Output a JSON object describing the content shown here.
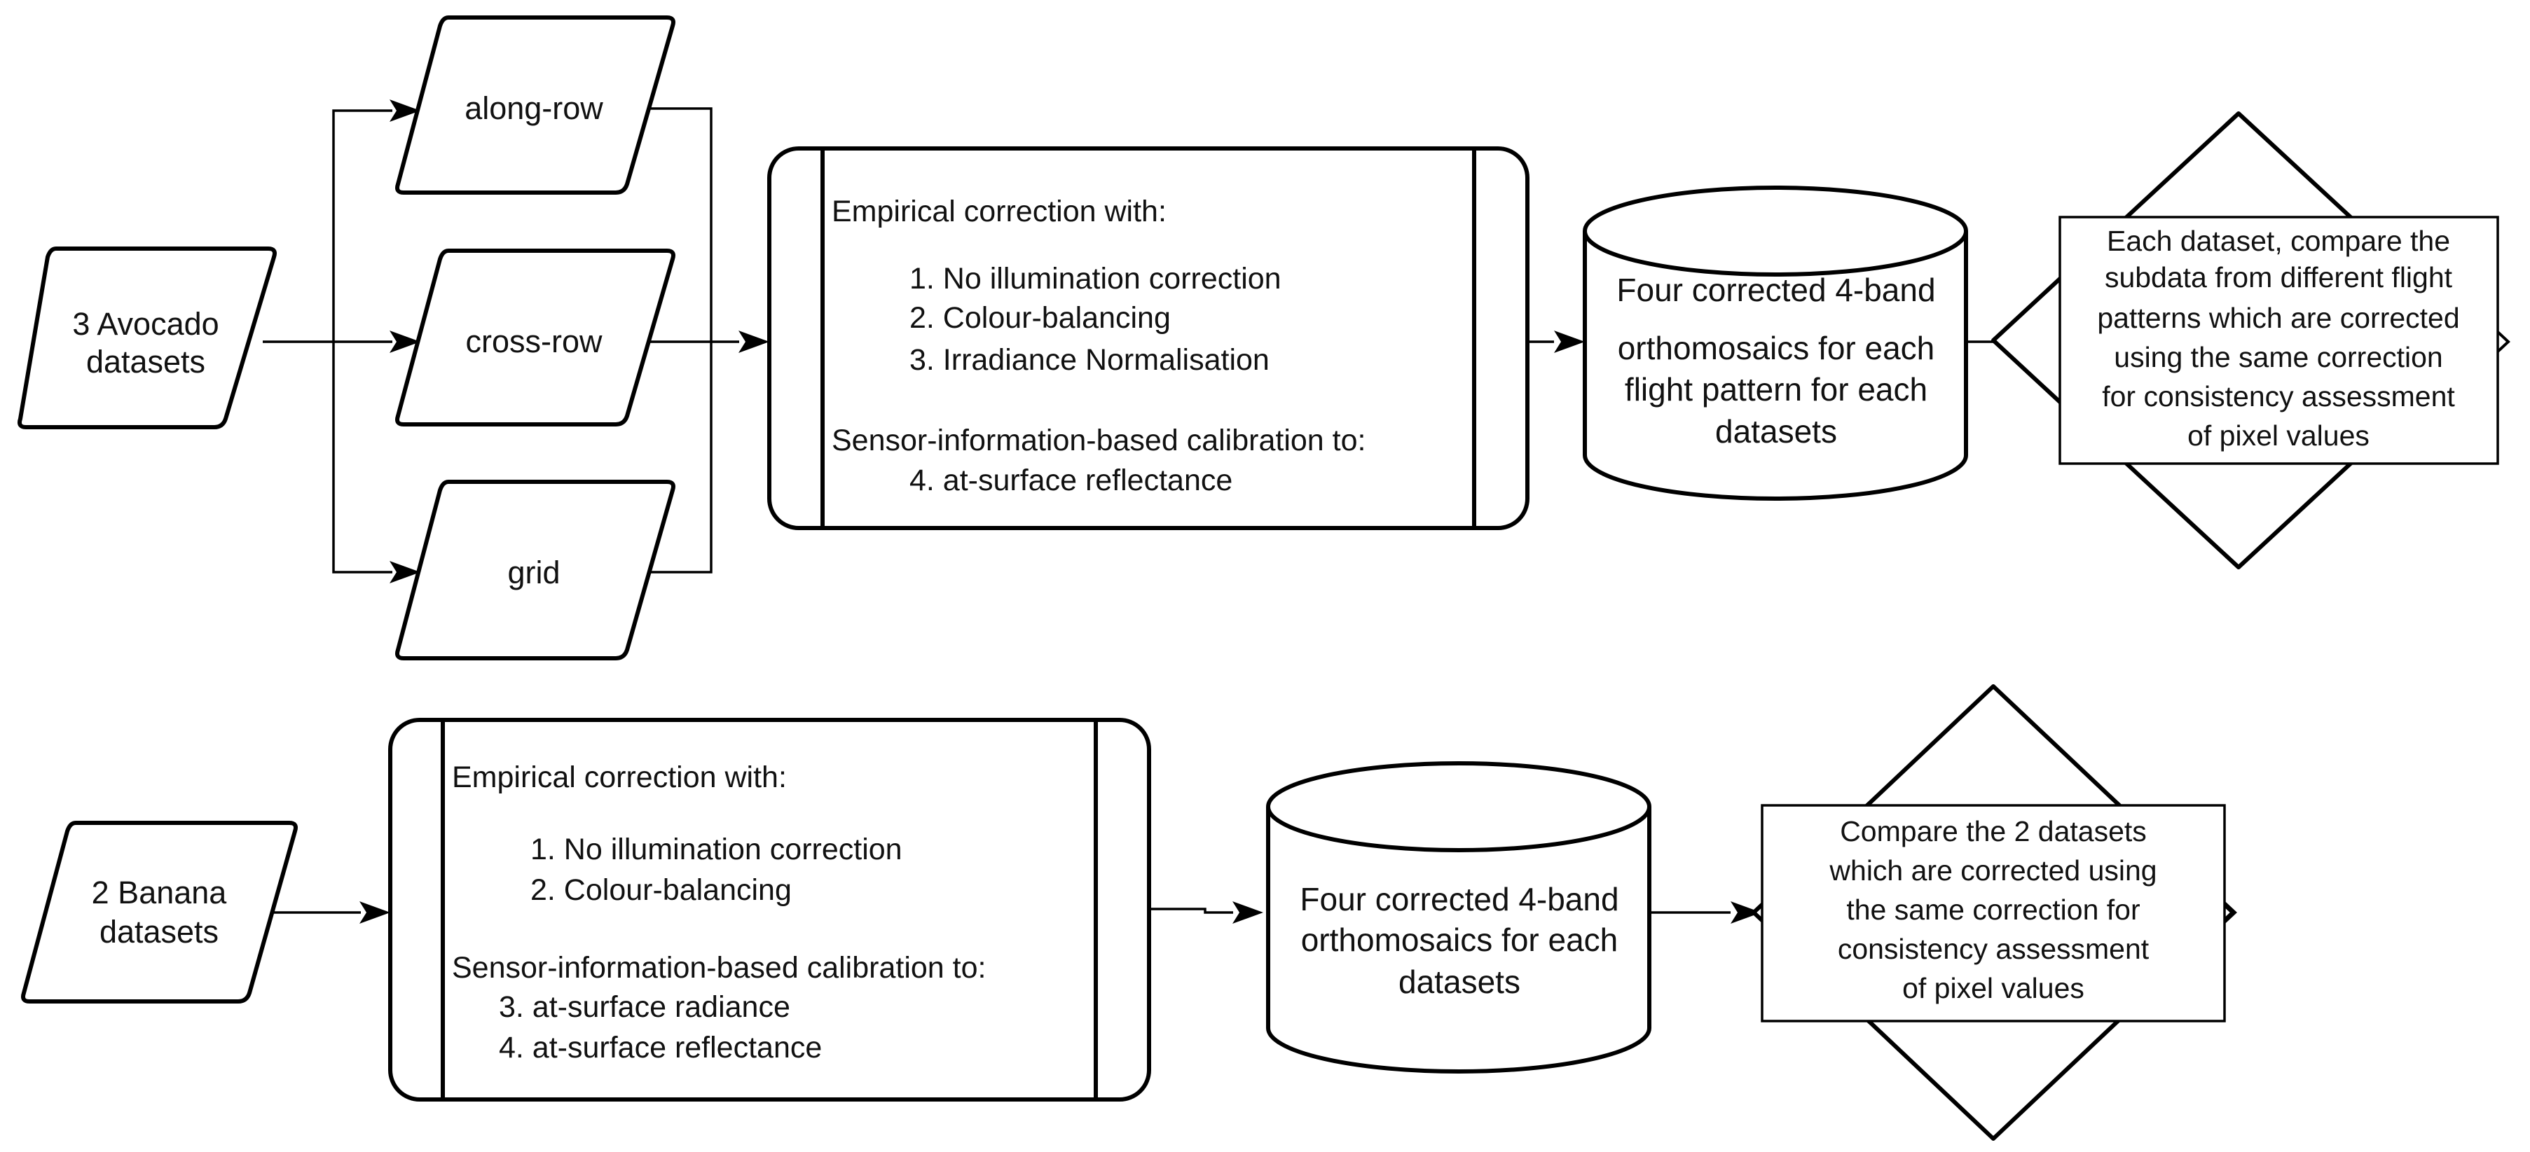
{
  "top_flow": {
    "source": {
      "lines": [
        "3 Avocado",
        "datasets"
      ]
    },
    "patterns": [
      {
        "label": "along-row"
      },
      {
        "label": "cross-row"
      },
      {
        "label": "grid"
      }
    ],
    "process": {
      "heading": "Empirical correction with:",
      "items": [
        "1. No illumination correction",
        "2. Colour-balancing",
        "3. Irradiance Normalisation"
      ],
      "calibration_heading": "Sensor-information-based calibration to:",
      "calibration_items": [
        "4. at-surface reflectance"
      ]
    },
    "store": {
      "lines": [
        "Four corrected 4-band",
        "orthomosaics for each",
        "flight pattern for each",
        "datasets"
      ]
    },
    "decision": {
      "lines": [
        "Each dataset, compare the",
        "subdata from different flight",
        "patterns which are corrected",
        "using the same correction",
        "for consistency assessment",
        "of pixel values"
      ]
    }
  },
  "bottom_flow": {
    "source": {
      "lines": [
        "2 Banana",
        "datasets"
      ]
    },
    "process": {
      "heading": "Empirical correction with:",
      "items": [
        "1. No illumination correction",
        "2. Colour-balancing"
      ],
      "calibration_heading": "Sensor-information-based calibration to:",
      "calibration_items": [
        "3. at-surface radiance",
        "4. at-surface reflectance"
      ]
    },
    "store": {
      "lines": [
        "Four corrected 4-band",
        "orthomosaics for each",
        "datasets"
      ]
    },
    "decision": {
      "lines": [
        "Compare the 2 datasets",
        "which are corrected using",
        "the same correction for",
        "consistency assessment",
        "of pixel values"
      ]
    }
  }
}
